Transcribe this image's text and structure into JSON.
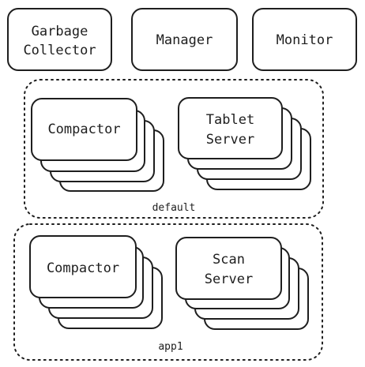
{
  "services": {
    "garbage_collector": [
      "Garbage",
      "Collector"
    ],
    "manager": "Manager",
    "monitor": "Monitor"
  },
  "groups": {
    "default": {
      "label": "default",
      "compactor": "Compactor",
      "tablet_server": [
        "Tablet",
        "Server"
      ]
    },
    "app1": {
      "label": "app1",
      "compactor": "Compactor",
      "scan_server": [
        "Scan",
        "Server"
      ]
    }
  },
  "colors": {
    "stroke": "#1e1e1e",
    "fill": "#ffffff",
    "background": "#ffffff"
  }
}
